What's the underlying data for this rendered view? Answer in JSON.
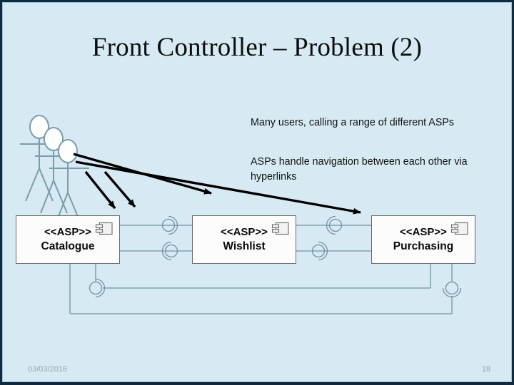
{
  "slide": {
    "title": "Front Controller – Problem (2)",
    "background_color": "#d7eaf3",
    "border_color": "#122a3f"
  },
  "annotations": [
    {
      "id": "annot-users",
      "text": "Many users, calling a range of different ASPs"
    },
    {
      "id": "annot-navigation",
      "text": "ASPs handle navigation between each other via hyperlinks"
    }
  ],
  "actors": {
    "count": 3,
    "icon_name": "stick-figure-actor",
    "stroke_color": "#7a9cab",
    "head_fill": "#ffffff"
  },
  "components": [
    {
      "stereotype": "<<ASP>>",
      "name": "Catalogue",
      "icon_name": "uml-component-icon"
    },
    {
      "stereotype": "<<ASP>>",
      "name": "Wishlist",
      "icon_name": "uml-component-icon"
    },
    {
      "stereotype": "<<ASP>>",
      "name": "Purchasing",
      "icon_name": "uml-component-icon"
    }
  ],
  "connectors": {
    "icon_name": "ball-and-socket-interface-icon",
    "stroke_color": "#6e93a4",
    "count": 6
  },
  "arrows": {
    "icon_name": "arrow-icon",
    "color": "#000000",
    "count": 4
  },
  "footer": {
    "date": "03/03/2016",
    "page_number": "18"
  }
}
